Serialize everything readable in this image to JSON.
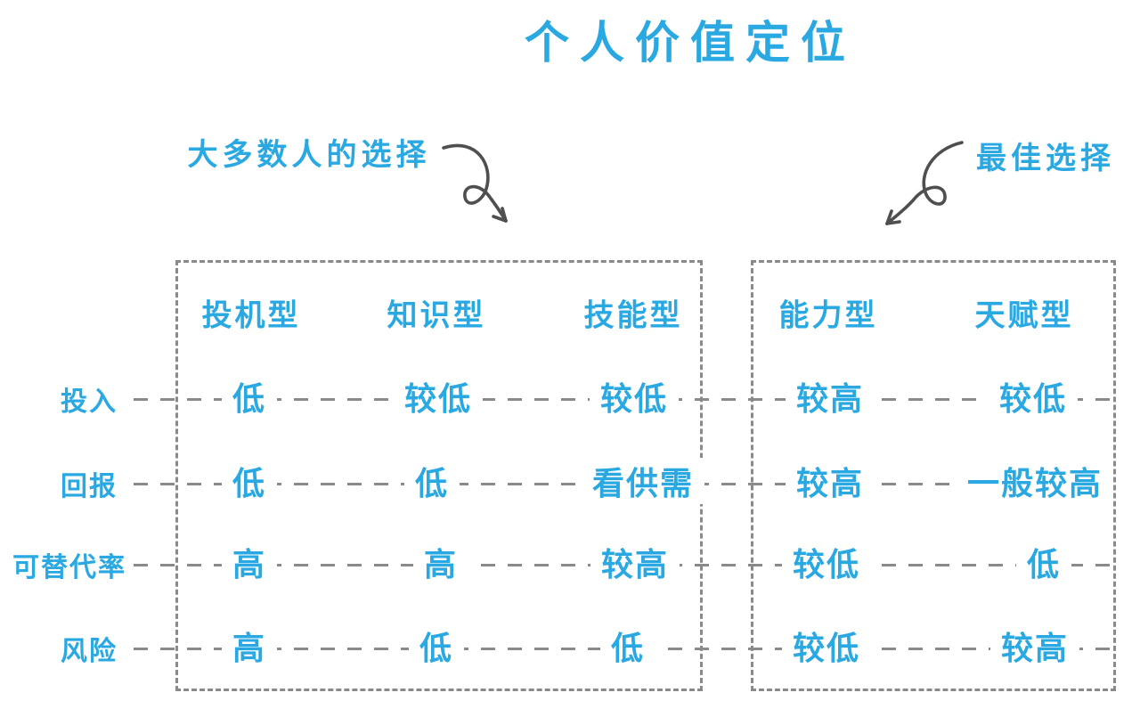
{
  "title": "个人价值定位",
  "colors": {
    "accent_blue": "#29a8e2",
    "dash_gray": "#8a8a8a",
    "arrow_gray": "#4f4f4f",
    "background": "#ffffff"
  },
  "annotations": {
    "left": {
      "label": "大多数人的选择"
    },
    "right": {
      "label": "最佳选择"
    }
  },
  "groups": [
    {
      "name": "most-people-choice",
      "columns": [
        "投机型",
        "知识型",
        "技能型"
      ]
    },
    {
      "name": "best-choice",
      "columns": [
        "能力型",
        "天赋型"
      ]
    }
  ],
  "rows": [
    {
      "label": "投入",
      "values": [
        "低",
        "较低",
        "较低",
        "较高",
        "较低"
      ]
    },
    {
      "label": "回报",
      "values": [
        "低",
        "低",
        "看供需",
        "较高",
        "一般较高"
      ]
    },
    {
      "label": "可替代率",
      "values": [
        "高",
        "高",
        "较高",
        "较低",
        "低"
      ]
    },
    {
      "label": "风险",
      "values": [
        "高",
        "低",
        "低",
        "较低",
        "较高"
      ]
    }
  ]
}
